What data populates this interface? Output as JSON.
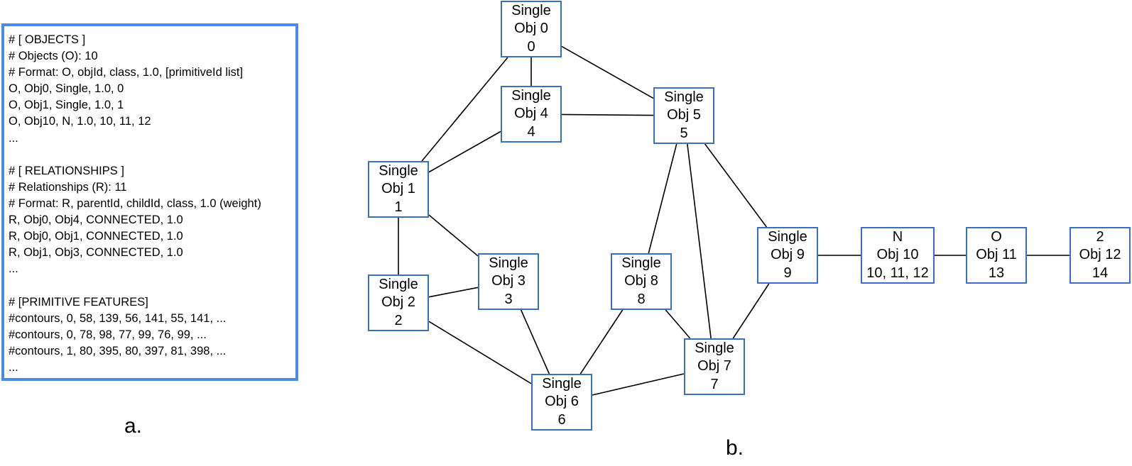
{
  "panel_a": {
    "caption": "a.",
    "lines": [
      "# [ OBJECTS ]",
      "# Objects (O): 10",
      "# Format: O, objId, class, 1.0, [primitiveId list]",
      "O, Obj0, Single, 1.0, 0",
      "O, Obj1, Single, 1.0, 1",
      "O, Obj10, N, 1.0, 10, 11, 12",
      "...",
      "",
      "# [ RELATIONSHIPS ]",
      "# Relationships (R): 11",
      "# Format: R, parentId, childId, class, 1.0 (weight)",
      "R, Obj0, Obj4, CONNECTED, 1.0",
      "R, Obj0, Obj1, CONNECTED, 1.0",
      "R, Obj1, Obj3, CONNECTED, 1.0",
      "...",
      "",
      "# [PRIMITIVE FEATURES]",
      "#contours, 0, 58, 139, 56, 141, 55, 141, ...",
      "#contours, 0, 78, 98, 77, 99, 76, 99, ...",
      "#contours, 1, 80, 395, 80, 397, 81, 398, ...",
      "..."
    ]
  },
  "panel_b": {
    "caption": "b.",
    "nodes": [
      {
        "id": "obj0",
        "class": "Single",
        "name": "Obj 0",
        "primitives": "0"
      },
      {
        "id": "obj4",
        "class": "Single",
        "name": "Obj 4",
        "primitives": "4"
      },
      {
        "id": "obj5",
        "class": "Single",
        "name": "Obj 5",
        "primitives": "5"
      },
      {
        "id": "obj1",
        "class": "Single",
        "name": "Obj 1",
        "primitives": "1"
      },
      {
        "id": "obj2",
        "class": "Single",
        "name": "Obj 2",
        "primitives": "2"
      },
      {
        "id": "obj3",
        "class": "Single",
        "name": "Obj 3",
        "primitives": "3"
      },
      {
        "id": "obj8",
        "class": "Single",
        "name": "Obj 8",
        "primitives": "8"
      },
      {
        "id": "obj9",
        "class": "Single",
        "name": "Obj 9",
        "primitives": "9"
      },
      {
        "id": "obj7",
        "class": "Single",
        "name": "Obj 7",
        "primitives": "7"
      },
      {
        "id": "obj6",
        "class": "Single",
        "name": "Obj 6",
        "primitives": "6"
      },
      {
        "id": "obj10",
        "class": "N",
        "name": "Obj 10",
        "primitives": "10, 11, 12"
      },
      {
        "id": "obj11",
        "class": "O",
        "name": "Obj 11",
        "primitives": "13"
      },
      {
        "id": "obj12",
        "class": "2",
        "name": "Obj 12",
        "primitives": "14"
      }
    ],
    "edges": [
      [
        "obj0",
        "obj4"
      ],
      [
        "obj0",
        "obj5"
      ],
      [
        "obj0",
        "obj1"
      ],
      [
        "obj4",
        "obj5"
      ],
      [
        "obj4",
        "obj1"
      ],
      [
        "obj1",
        "obj2"
      ],
      [
        "obj1",
        "obj3"
      ],
      [
        "obj2",
        "obj3"
      ],
      [
        "obj2",
        "obj6"
      ],
      [
        "obj3",
        "obj6"
      ],
      [
        "obj5",
        "obj8"
      ],
      [
        "obj5",
        "obj7"
      ],
      [
        "obj5",
        "obj9"
      ],
      [
        "obj8",
        "obj6"
      ],
      [
        "obj8",
        "obj7"
      ],
      [
        "obj6",
        "obj7"
      ],
      [
        "obj9",
        "obj7"
      ],
      [
        "obj9",
        "obj10"
      ],
      [
        "obj10",
        "obj11"
      ],
      [
        "obj11",
        "obj12"
      ]
    ],
    "colors": {
      "node_border": "#3a6fc4",
      "edge": "#000000",
      "panel_border": "#4a8ae8"
    }
  }
}
